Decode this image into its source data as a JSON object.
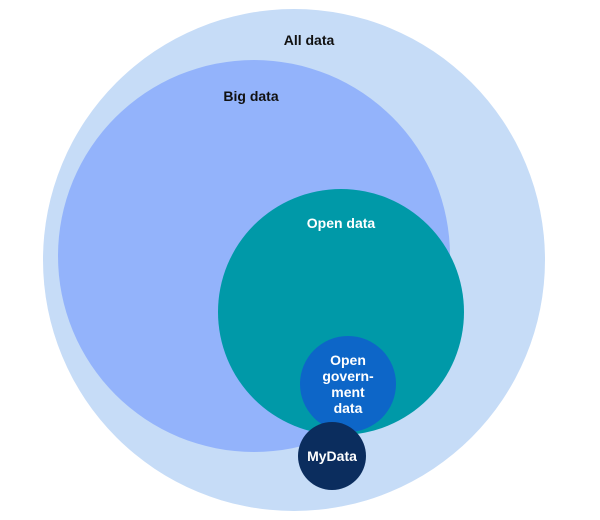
{
  "diagram": {
    "sets": [
      {
        "id": "all-data",
        "label": "All data",
        "color": "#c6dcf7"
      },
      {
        "id": "big-data",
        "label": "Big data",
        "color": "#93b3fb"
      },
      {
        "id": "open-data",
        "label": "Open data",
        "color": "#0099a8"
      },
      {
        "id": "open-government-data",
        "label_lines": [
          "Open",
          "govern-",
          "ment",
          "data"
        ],
        "color": "#0d66c8"
      },
      {
        "id": "mydata",
        "label": "MyData",
        "color": "#0b2d5e"
      }
    ]
  }
}
